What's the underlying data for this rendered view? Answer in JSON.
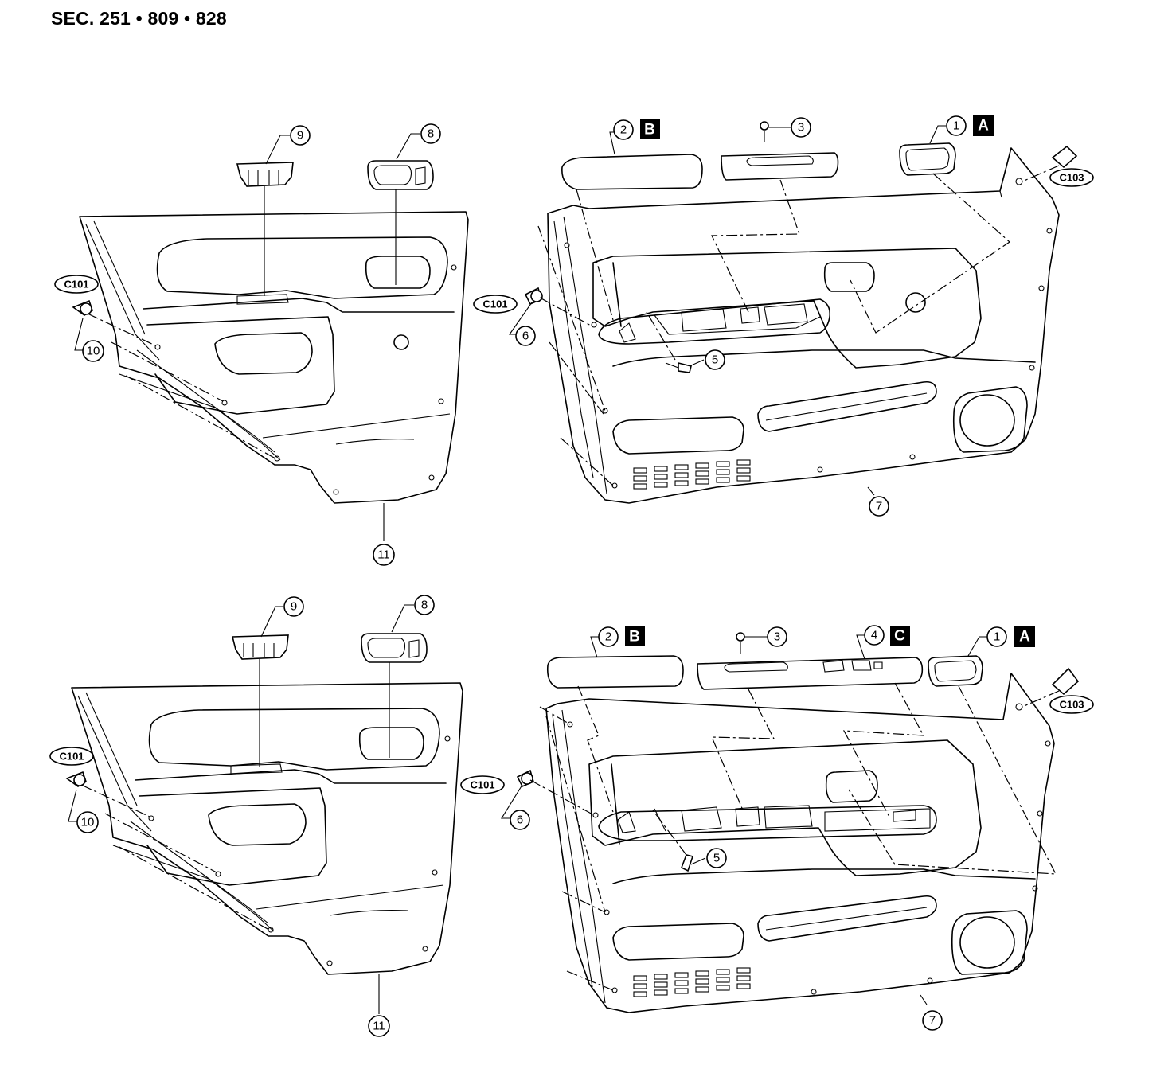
{
  "section_label": "SEC. 251 • 809 • 828",
  "callouts": {
    "n1": "1",
    "n2": "2",
    "n3": "3",
    "n4": "4",
    "n5": "5",
    "n6": "6",
    "n7": "7",
    "n8": "8",
    "n9": "9",
    "n10": "10",
    "n11": "11"
  },
  "connectors": {
    "c101": "C101",
    "c103": "C103"
  },
  "ref_letters": {
    "a": "A",
    "b": "B",
    "c": "C"
  }
}
